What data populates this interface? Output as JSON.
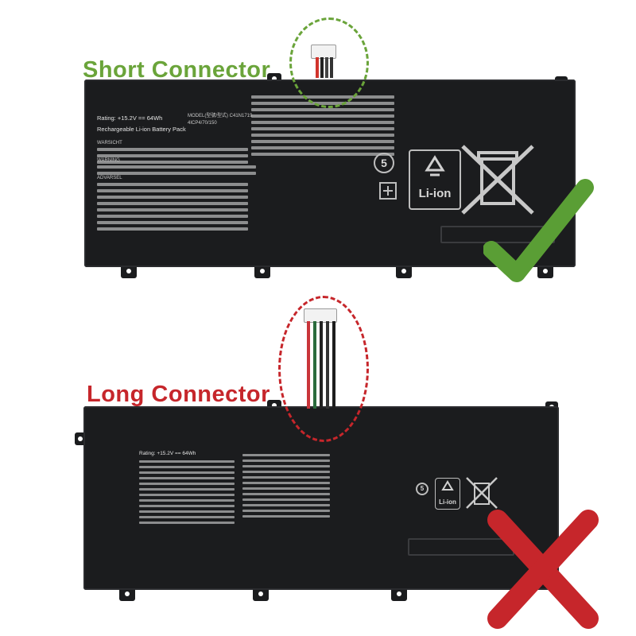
{
  "labels": {
    "short": "Short Connector",
    "long": "Long Connector"
  },
  "top_battery": {
    "rating": "Rating: +15.2V == 64Wh",
    "model": "MODEL(型號/型式) C41N1719",
    "part": "4ICP4/70/150",
    "pack": "Rechargeable Li-ion Battery Pack",
    "warnsicht": "WARSICHT",
    "warning": "WARNING",
    "advarsel": "ADVARSEL",
    "li_ion": "Li-ion",
    "circle_num": "5"
  },
  "bottom_battery": {
    "rating": "Rating: +15.2V == 64Wh",
    "li_ion": "Li-ion",
    "circle_num": "5"
  },
  "colors": {
    "ok": "#6aa43a",
    "bad": "#c6262b",
    "battery": "#1b1c1e"
  },
  "icons": [
    "check-icon",
    "cross-icon",
    "recycle-icon",
    "crossed-bin-icon"
  ]
}
